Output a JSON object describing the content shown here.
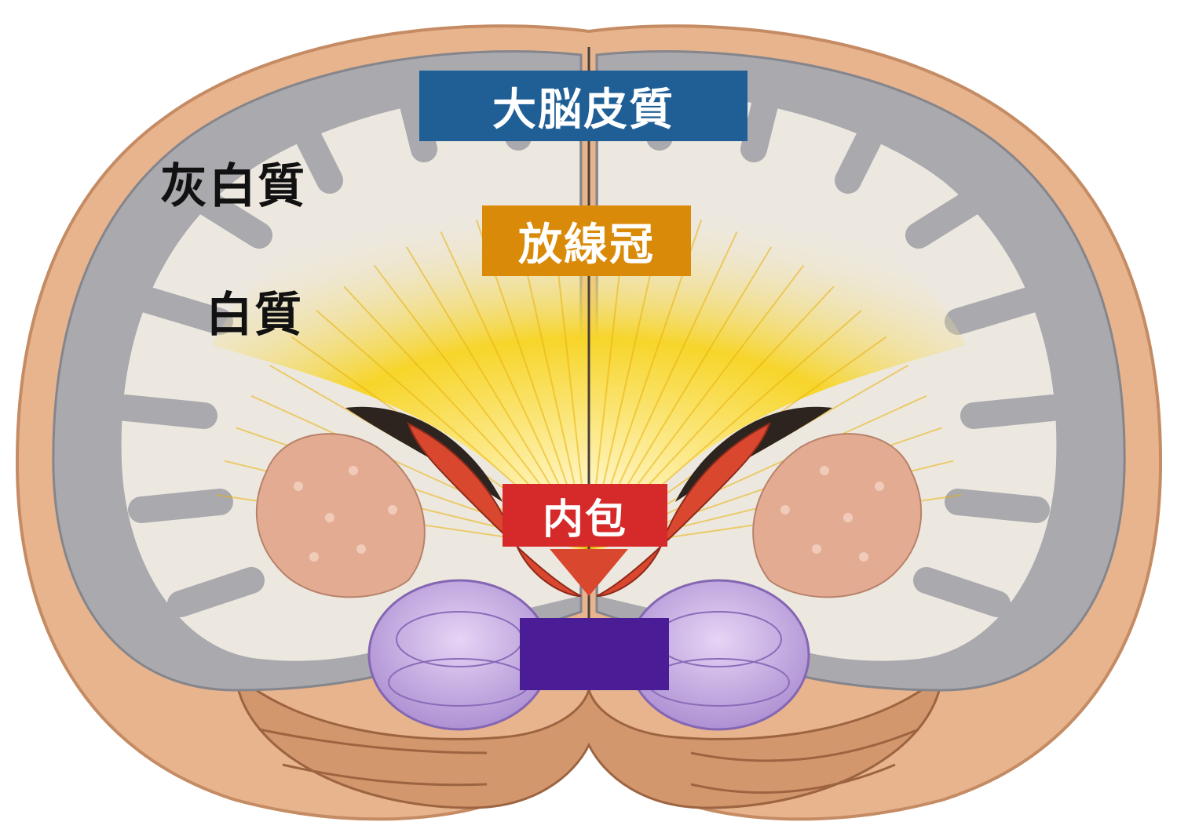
{
  "labels": {
    "cortex": {
      "text": "大脳皮質",
      "color": "#1f5f96"
    },
    "corona": {
      "text": "放線冠",
      "color": "#d98a08"
    },
    "capsule": {
      "text": "内包",
      "color": "#d62a2a"
    },
    "blank": {
      "text": "",
      "color": "#4a1d96"
    },
    "gray": {
      "text": "灰白質"
    },
    "white": {
      "text": "白質"
    }
  },
  "colors": {
    "scalp": "#e7b48e",
    "scalp_edge": "#c58b63",
    "gray_matter": "#a9a9ae",
    "white_matter": "#ede8df",
    "radiation": "#f4c91a",
    "basal_ganglia": "#e3ab92",
    "thalamus": "#c9a8e6",
    "cerebellum": "#d3976d",
    "red_tract": "#d9472f"
  }
}
